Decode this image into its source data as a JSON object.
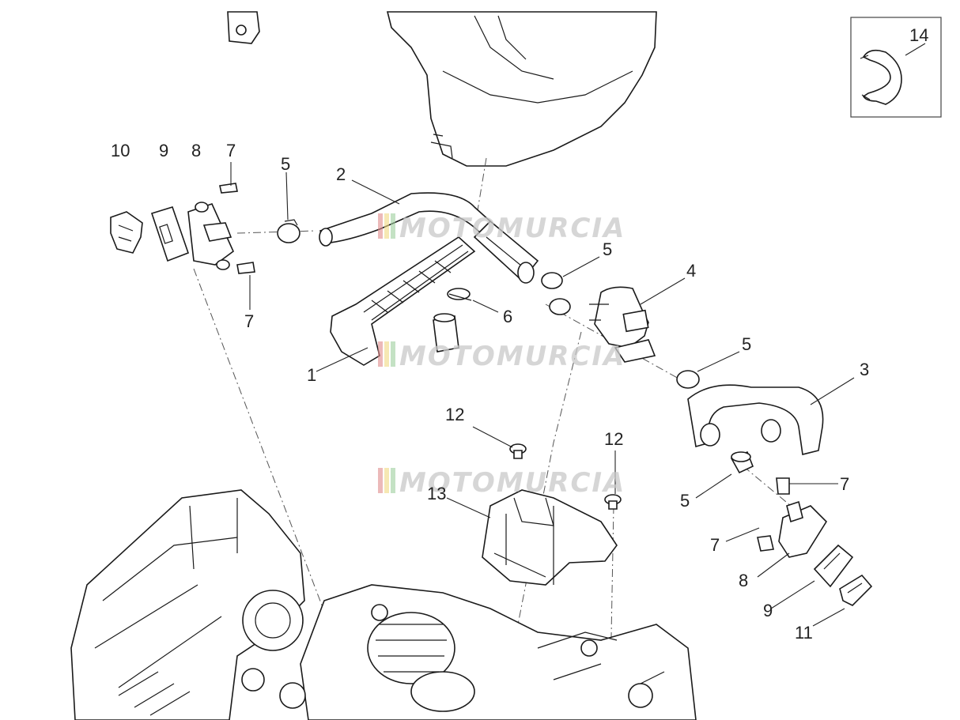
{
  "callouts": {
    "c1": "1",
    "c2": "2",
    "c3": "3",
    "c4": "4",
    "c5a": "5",
    "c5b": "5",
    "c5c": "5",
    "c5d": "5",
    "c6": "6",
    "c7a": "7",
    "c7b": "7",
    "c7c": "7",
    "c7d": "7",
    "c8a": "8",
    "c8b": "8",
    "c9a": "9",
    "c9b": "9",
    "c10": "10",
    "c11": "11",
    "c12a": "12",
    "c12b": "12",
    "c13": "13",
    "c14": "14"
  },
  "watermark": {
    "text": "MOTOMURCIA"
  },
  "colors": {
    "line": "#1a1a1a",
    "watermark": "#c9c9c9",
    "stripe_red": "#e08a8a",
    "stripe_yellow": "#f0d980",
    "stripe_green": "#9ccf9c"
  }
}
